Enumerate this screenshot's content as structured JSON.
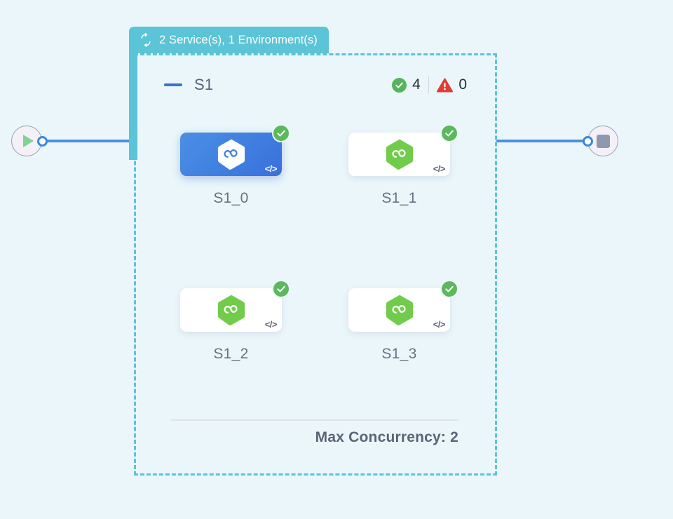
{
  "theme": {
    "canvas_background": "#eaf6fa",
    "group_accent": "#5bc4d6",
    "edge_color": "#4a90e2",
    "selected_node_color": "#3f7fe0",
    "success_color": "#5cb85c",
    "warning_color": "#e03c31",
    "text_color": "#5b6275"
  },
  "start_node": {
    "name": "start-node",
    "icon": "play-icon"
  },
  "end_node": {
    "name": "end-node",
    "icon": "stop-icon"
  },
  "group": {
    "tab": {
      "icon": "loop-repeat-icon",
      "label": "2 Service(s), 1 Environment(s)"
    },
    "header": {
      "collapse_icon": "minus-icon",
      "title": "S1",
      "stats": [
        {
          "icon": "check-circle-icon",
          "value": "4",
          "kind": "success"
        },
        {
          "icon": "warning-triangle-icon",
          "value": "0",
          "kind": "warning"
        }
      ]
    },
    "nodes": [
      {
        "label": "S1_0",
        "selected": true,
        "status_icon": "check-circle-icon",
        "type_icon": "code-icon",
        "logo_icon": "hexagon-infinity-icon"
      },
      {
        "label": "S1_1",
        "selected": false,
        "status_icon": "check-circle-icon",
        "type_icon": "code-icon",
        "logo_icon": "hexagon-infinity-icon"
      },
      {
        "label": "S1_2",
        "selected": false,
        "status_icon": "check-circle-icon",
        "type_icon": "code-icon",
        "logo_icon": "hexagon-infinity-icon"
      },
      {
        "label": "S1_3",
        "selected": false,
        "status_icon": "check-circle-icon",
        "type_icon": "code-icon",
        "logo_icon": "hexagon-infinity-icon"
      }
    ],
    "footer": {
      "label": "Max Concurrency: 2"
    },
    "code_glyph": "</>"
  }
}
